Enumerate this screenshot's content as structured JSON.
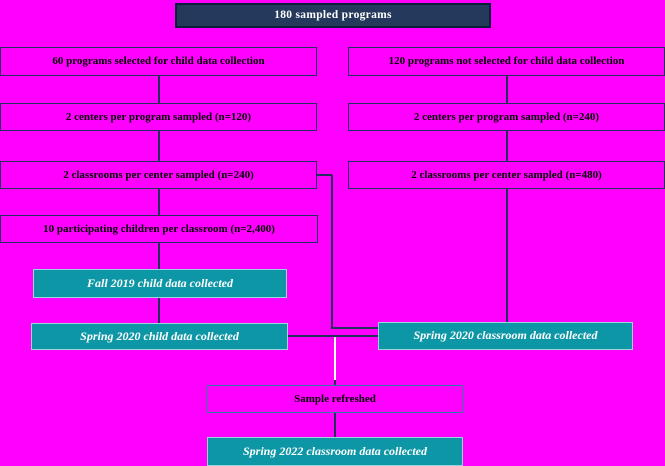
{
  "diagram": {
    "nodes": {
      "root": "180 sampled programs",
      "selected": "60 programs selected for child data collection",
      "not_selected": "120 programs not selected for child data collection",
      "centers_selected": "2 centers per program sampled (n=120)",
      "centers_not_selected": "2 centers per program sampled (n=240)",
      "classrooms_selected": "2 classrooms per center sampled (n=240)",
      "classrooms_not_selected": "2 classrooms per center sampled (n=480)",
      "children": "10 participating children per classroom (n=2,400)",
      "fall_2019_child": "Fall 2019 child data collected",
      "spring_2020_child": "Spring 2020 child data collected",
      "spring_2020_classroom": "Spring 2020 classroom data collected",
      "sample_refreshed": "Sample refreshed",
      "spring_2022_classroom": "Spring 2022 classroom data collected"
    },
    "colors": {
      "background": "#FF00FF",
      "root_fill": "#24395B",
      "root_border": "#0A1E3C",
      "outline_border": "#23305C",
      "teal_fill": "#0D96A5",
      "teal_border": "#9ED3DA",
      "refreshed_border": "#2F7FA5",
      "connector_dark": "#23305C",
      "connector_white": "#FFFFFF",
      "text_dark": "#000000",
      "text_light": "#FFFFFF"
    }
  }
}
